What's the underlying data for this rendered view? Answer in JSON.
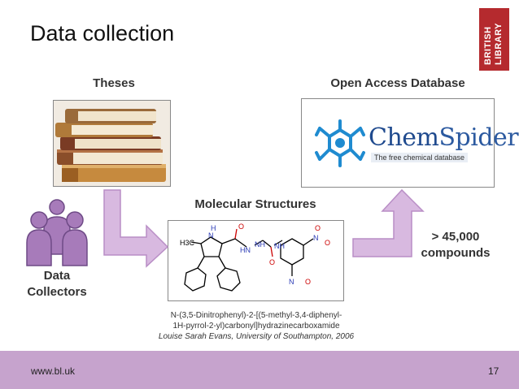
{
  "slide": {
    "title": "Data collection",
    "page_number": "17",
    "footer_url": "www.bl.uk"
  },
  "logo": {
    "line1": "BRITISH",
    "line2": "LIBRARY"
  },
  "labels": {
    "theses": "Theses",
    "open_access": "Open Access Database",
    "molecular": "Molecular Structures",
    "count_line1": "> 45,000",
    "count_line2": "compounds",
    "collectors_line1": "Data",
    "collectors_line2": "Collectors"
  },
  "chemspider": {
    "name_part1": "Chem",
    "name_part2": "Spider",
    "tagline": "The free chemical database"
  },
  "molecule": {
    "atom_h3c": "H3C",
    "atom_h": "H",
    "atom_n": "N",
    "atom_hn": "HN",
    "atom_nh": "NH",
    "atom_nh2": "NH",
    "atom_o": "O",
    "atom_o2": "O",
    "atom_o3": "O",
    "atom_o4": "O",
    "atom_o5": "O",
    "atom_n2": "N",
    "atom_n3": "N"
  },
  "caption": {
    "line1": "N-(3,5-Dinitrophenyl)-2-[(5-methyl-3,4-diphenyl-",
    "line2": "1H-pyrrol-2-yl)carbonyl]hydrazinecarboxamide",
    "line3": "Louise Sarah Evans, University of Southampton, 2006"
  },
  "colors": {
    "arrow_fill": "#d8b9e0",
    "arrow_stroke": "#b98ec6",
    "person_fill": "#a77bba",
    "footer": "#c6a3cd",
    "logo_red": "#b52a2e"
  }
}
